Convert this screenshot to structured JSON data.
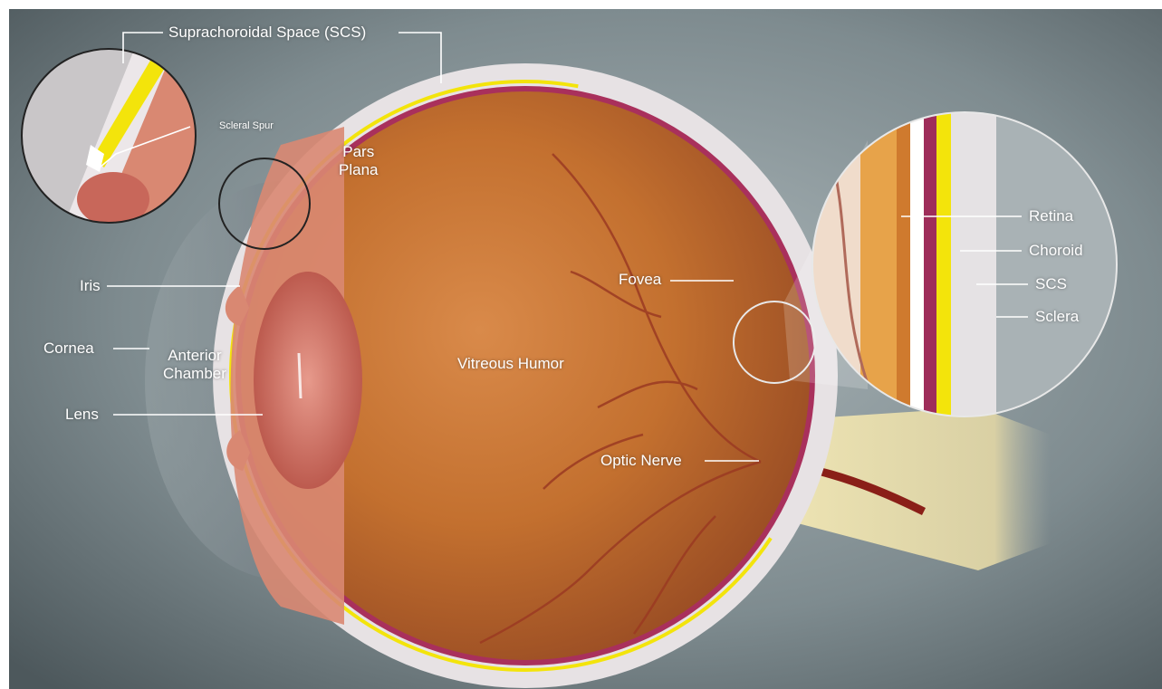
{
  "labels": {
    "scs_top": "Suprachoroidal Space (SCS)",
    "scleral_spur": "Scleral Spur",
    "pars_plana": "Pars\nPlana",
    "iris": "Iris",
    "cornea": "Cornea",
    "anterior_chamber": "Anterior\nChamber",
    "lens": "Lens",
    "vitreous_humor": "Vitreous Humor",
    "fovea": "Fovea",
    "optic_nerve": "Optic Nerve",
    "retina": "Retina",
    "choroid": "Choroid",
    "scs": "SCS",
    "sclera": "Sclera"
  },
  "colors": {
    "background": "#7d8a8e",
    "sclera": "#e9e4e6",
    "scs_highlight": "#f3e40b",
    "choroid": "#a9305c",
    "vitreous": "#c8733a",
    "ciliary": "#d98872",
    "optic_nerve": "#e6deb0",
    "vessel": "#9b2f22"
  }
}
